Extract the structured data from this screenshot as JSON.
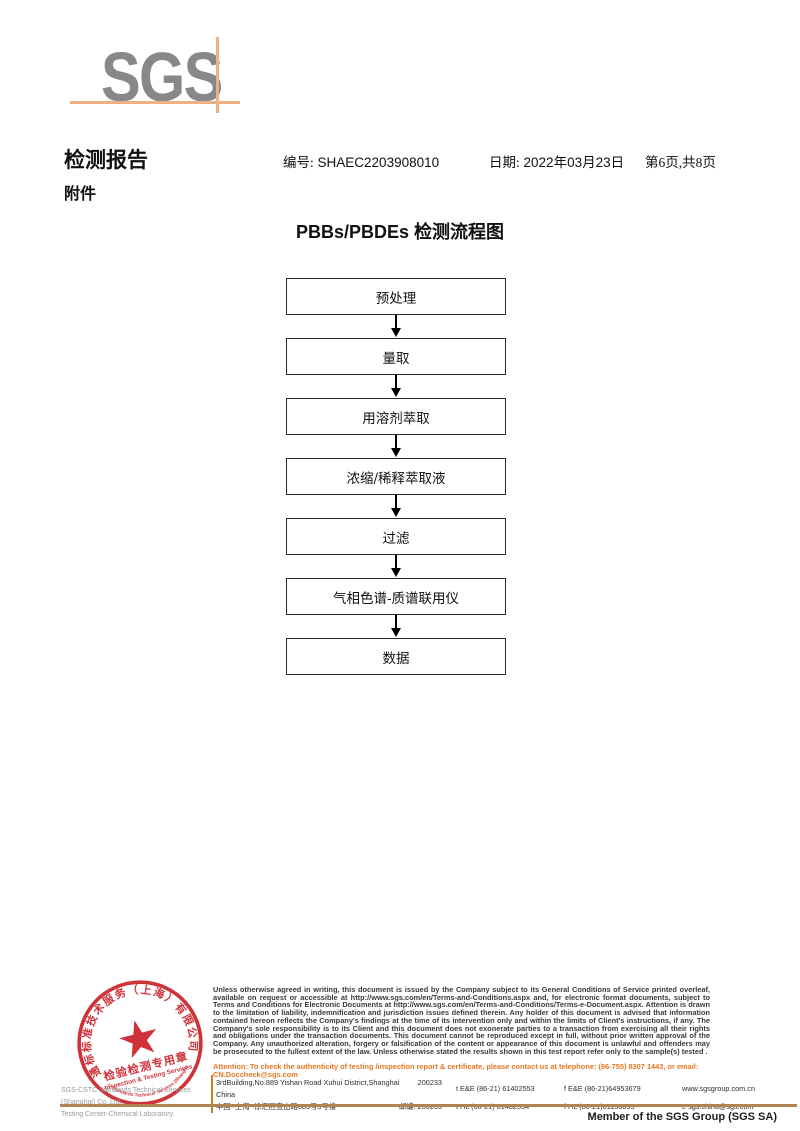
{
  "logo": {
    "text": "SGS"
  },
  "header": {
    "report_title": "检测报告",
    "report_no_label": "编号:",
    "report_no": "SHAEC2203908010",
    "date_label": "日期:",
    "date": "2022年03月23日",
    "page_info": "第6页,共8页",
    "attachment_label": "附件"
  },
  "flowchart": {
    "title": "PBBs/PBDEs 检测流程图",
    "steps": [
      "预处理",
      "量取",
      "用溶剂萃取",
      "浓缩/稀释萃取液",
      "过滤",
      "气相色谱-质谱联用仪",
      "数据"
    ]
  },
  "stamp": {
    "arc_top": "通标标准技术服务（上海）有限公司",
    "star": "★",
    "line1": "检验检测专用章",
    "line2": "Inspection & Testing Services",
    "arc_bottom": "SGS-CSTC Standards Technical Services (Shanghai) Co.,Ltd."
  },
  "footer": {
    "company_line1": "SGS-CSTC Standards Technical Services (Shanghai) Co.,Ltd.",
    "company_line2": "Testing Center-Chemical Laboratory.",
    "legal_text": "Unless otherwise agreed in writing, this document is issued by the Company subject to its General Conditions of Service printed overleaf, available on request or accessible at http://www.sgs.com/en/Terms-and-Conditions.aspx and, for electronic format documents, subject to Terms and Conditions for Electronic Documents at http://www.sgs.com/en/Terms-and-Conditions/Terms-e-Document.aspx. Attention is drawn to the limitation of liability, indemnification and jurisdiction issues defined therein. Any holder of this document is advised that information contained hereon reflects the Company's findings at the time of its intervention only and within the limits of Client's instructions, if any. The Company's sole responsibility is to its Client and this document does not exonerate parties to a transaction from exercising all their rights and obligations under the transaction documents. This document cannot be reproduced except in full, without prior written approval of the Company. Any unauthorized alteration, forgery or falsification of the content or appearance of this document is unlawful and offenders may be prosecuted to the fullest extent of the law. Unless otherwise stated the results shown in this test report refer only to the sample(s) tested .",
    "attention_text": "Attention: To check the authenticity of testing /inspection report & certificate, please contact us at telephone: (86-755) 8307 1443, or email: CN.Doccheck@sgs.com",
    "address_en": "3rdBuilding,No.889 Yishan Road Xuhui District,Shanghai China",
    "postcode1": "200233",
    "tel1": "t E&E (86-21) 61402553",
    "fax1": "f E&E (86-21)64953679",
    "web": "www.sgsgroup.com.cn",
    "address_cn": "中国 ·上海 ·徐汇区宜山路889号3号楼",
    "postcode_label": "邮编:",
    "postcode2": "200233",
    "tel2": "t HL (86-21) 61402594",
    "fax2": "f HL (86-21)61156899",
    "email": "e  sgs.china@sgs.com",
    "member_line": "Member of the SGS Group (SGS SA)"
  },
  "colors": {
    "logo_gray": "#87888a",
    "logo_line_tan": "#edb183",
    "attention_orange": "#e87722",
    "stamp_red": "#cc2128",
    "footer_rule_tan": "#b28454",
    "vrule_orange": "#d07a28"
  }
}
